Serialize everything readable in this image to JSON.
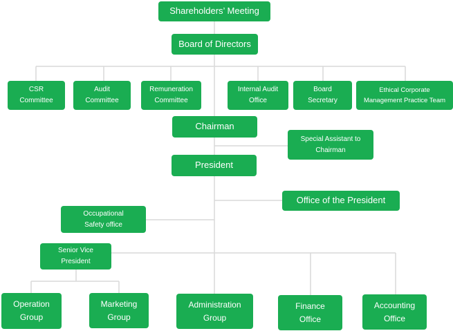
{
  "colors": {
    "box": "#1aad52",
    "text": "#ffffff",
    "connector": "#d9d9d9"
  },
  "nodes": {
    "shareholders": "Shareholders’ Meeting",
    "board": "Board of Directors",
    "csr": "CSR\nCommittee",
    "audit": "Audit\nCommittee",
    "remuneration": "Remuneration\nCommittee",
    "internal_audit": "Internal Audit\nOffice",
    "board_secretary": "Board\nSecretary",
    "ethical": "Ethical Corporate\nManagement Practice Team",
    "chairman": "Chairman",
    "special_assistant": "Special Assistant to\nChairman",
    "president": "President",
    "office_president": "Office of the President",
    "occupational": "Occupational\nSafety office",
    "svp": "Senior Vice\nPresident",
    "operation": "Operation\nGroup",
    "marketing": "Marketing\nGroup",
    "administration": "Administration\nGroup",
    "finance": "Finance\nOffice",
    "accounting": "Accounting\nOffice"
  }
}
